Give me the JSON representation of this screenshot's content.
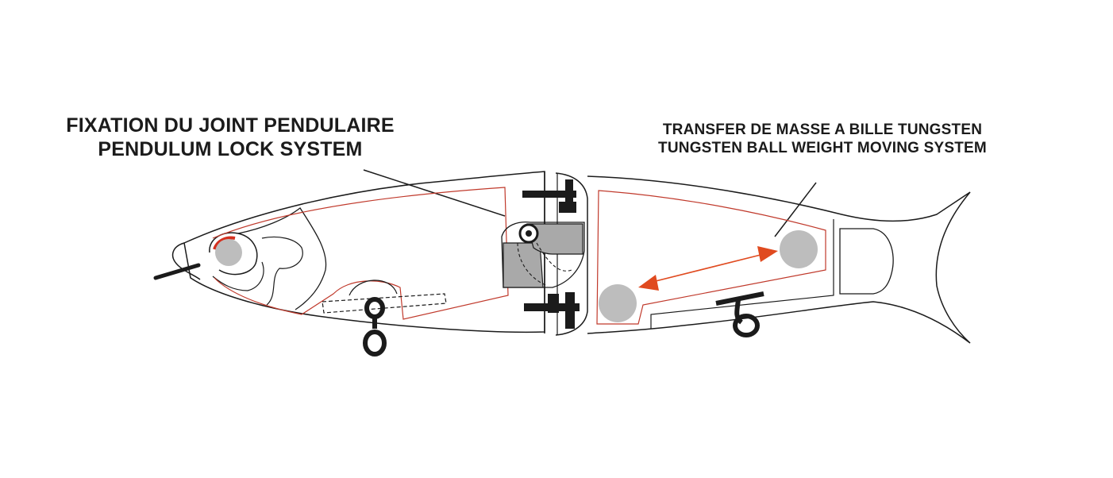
{
  "labels": {
    "pendulum": {
      "line1": "FIXATION DU JOINT PENDULAIRE",
      "line2": "PENDULUM LOCK SYSTEM"
    },
    "tungsten": {
      "line1": "TRANSFER DE MASSE A BILLE TUNGSTEN",
      "line2": "TUNGSTEN BALL WEIGHT MOVING SYSTEM"
    }
  },
  "colors": {
    "outline": "#1b1b1b",
    "inner_channel": "#c0392b",
    "arrow": "#e04a1f",
    "ball": "#bdbdbd",
    "lock_mechanism": "#a9a9a9",
    "background": "#ffffff"
  }
}
